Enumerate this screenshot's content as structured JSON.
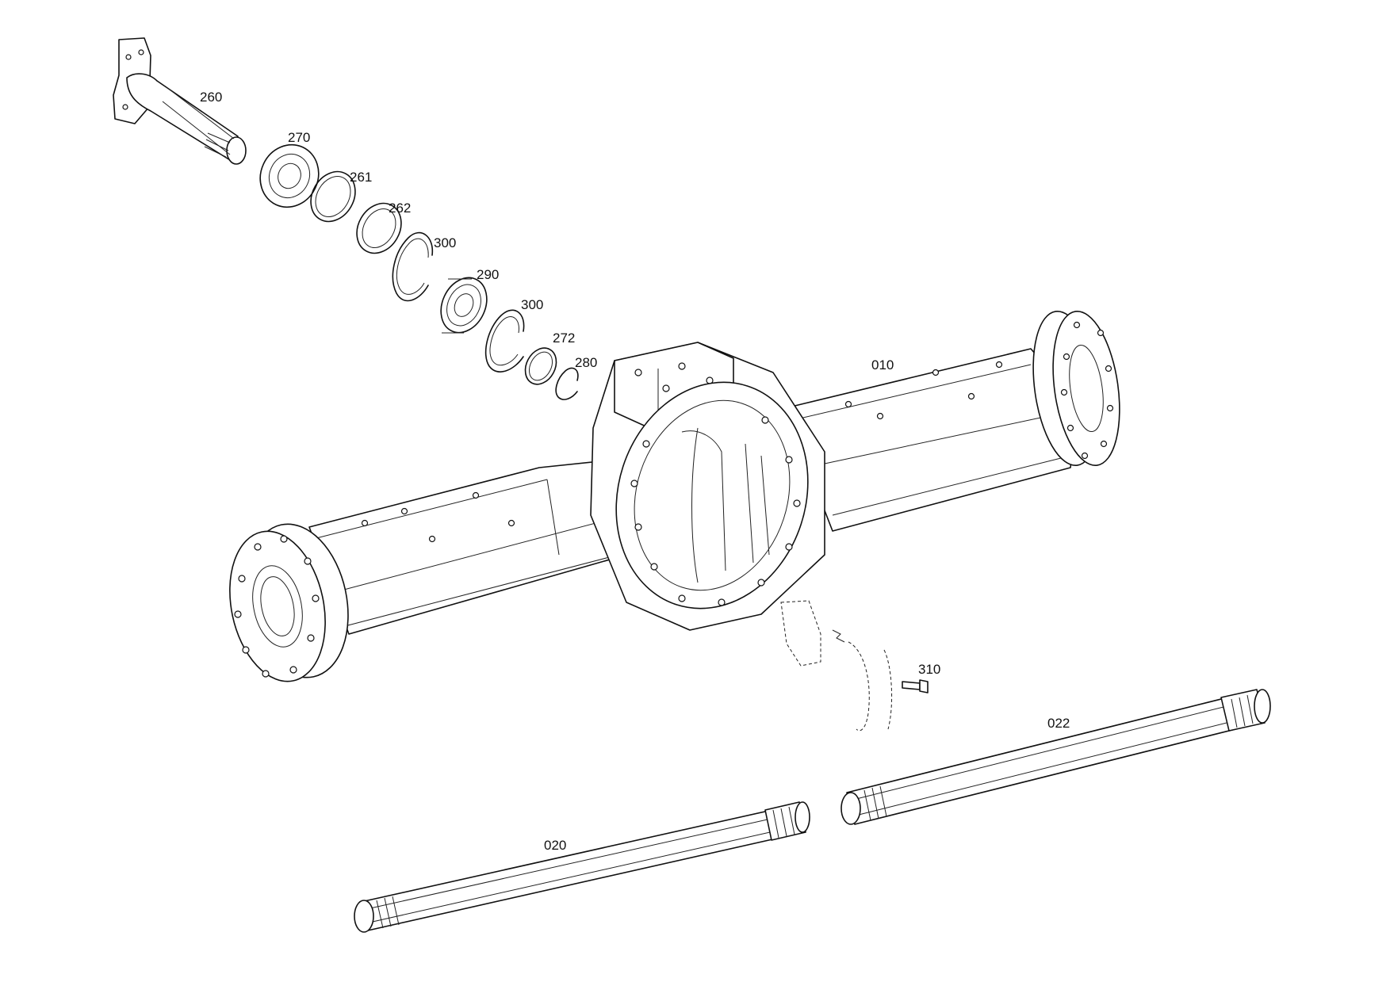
{
  "parts": [
    {
      "id": "p260",
      "label": "260"
    },
    {
      "id": "p270",
      "label": "270"
    },
    {
      "id": "p261",
      "label": "261"
    },
    {
      "id": "p262",
      "label": "262"
    },
    {
      "id": "p300a",
      "label": "300"
    },
    {
      "id": "p290",
      "label": "290"
    },
    {
      "id": "p300b",
      "label": "300"
    },
    {
      "id": "p272",
      "label": "272"
    },
    {
      "id": "p280",
      "label": "280"
    },
    {
      "id": "p010",
      "label": "010"
    },
    {
      "id": "p310",
      "label": "310"
    },
    {
      "id": "p022",
      "label": "022"
    },
    {
      "id": "p020",
      "label": "020"
    }
  ]
}
